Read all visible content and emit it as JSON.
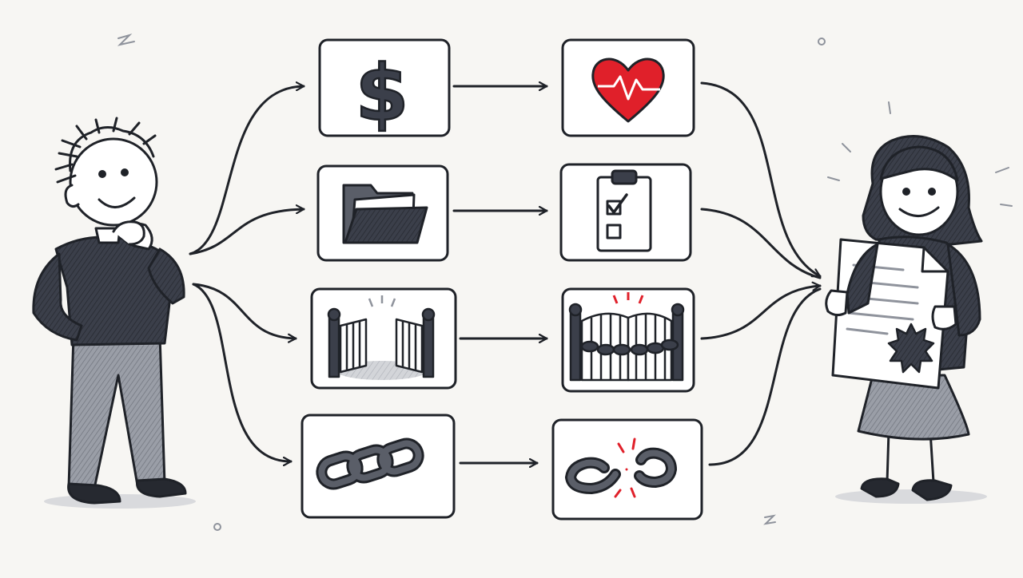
{
  "colors": {
    "ink": "#1f2228",
    "dark_fill": "#3b3f4a",
    "mid_fill": "#8f939c",
    "light_fill": "#c9cbd0",
    "accent_red": "#e0202a",
    "card_fill": "#ffffff",
    "background": "#f7f6f3"
  },
  "people": {
    "left": {
      "name": "thinking-man",
      "pose": "hand-on-chin"
    },
    "right": {
      "name": "smiling-woman",
      "holding": "certificate-document"
    }
  },
  "rows": [
    {
      "from_icon": "dollar-sign-icon",
      "from_glyph": "$",
      "to_icon": "heart-health-icon"
    },
    {
      "from_icon": "folder-icon",
      "to_icon": "clipboard-checklist-icon"
    },
    {
      "from_icon": "open-gate-icon",
      "to_icon": "locked-gate-icon"
    },
    {
      "from_icon": "chain-links-icon",
      "to_icon": "broken-chain-icon"
    }
  ]
}
